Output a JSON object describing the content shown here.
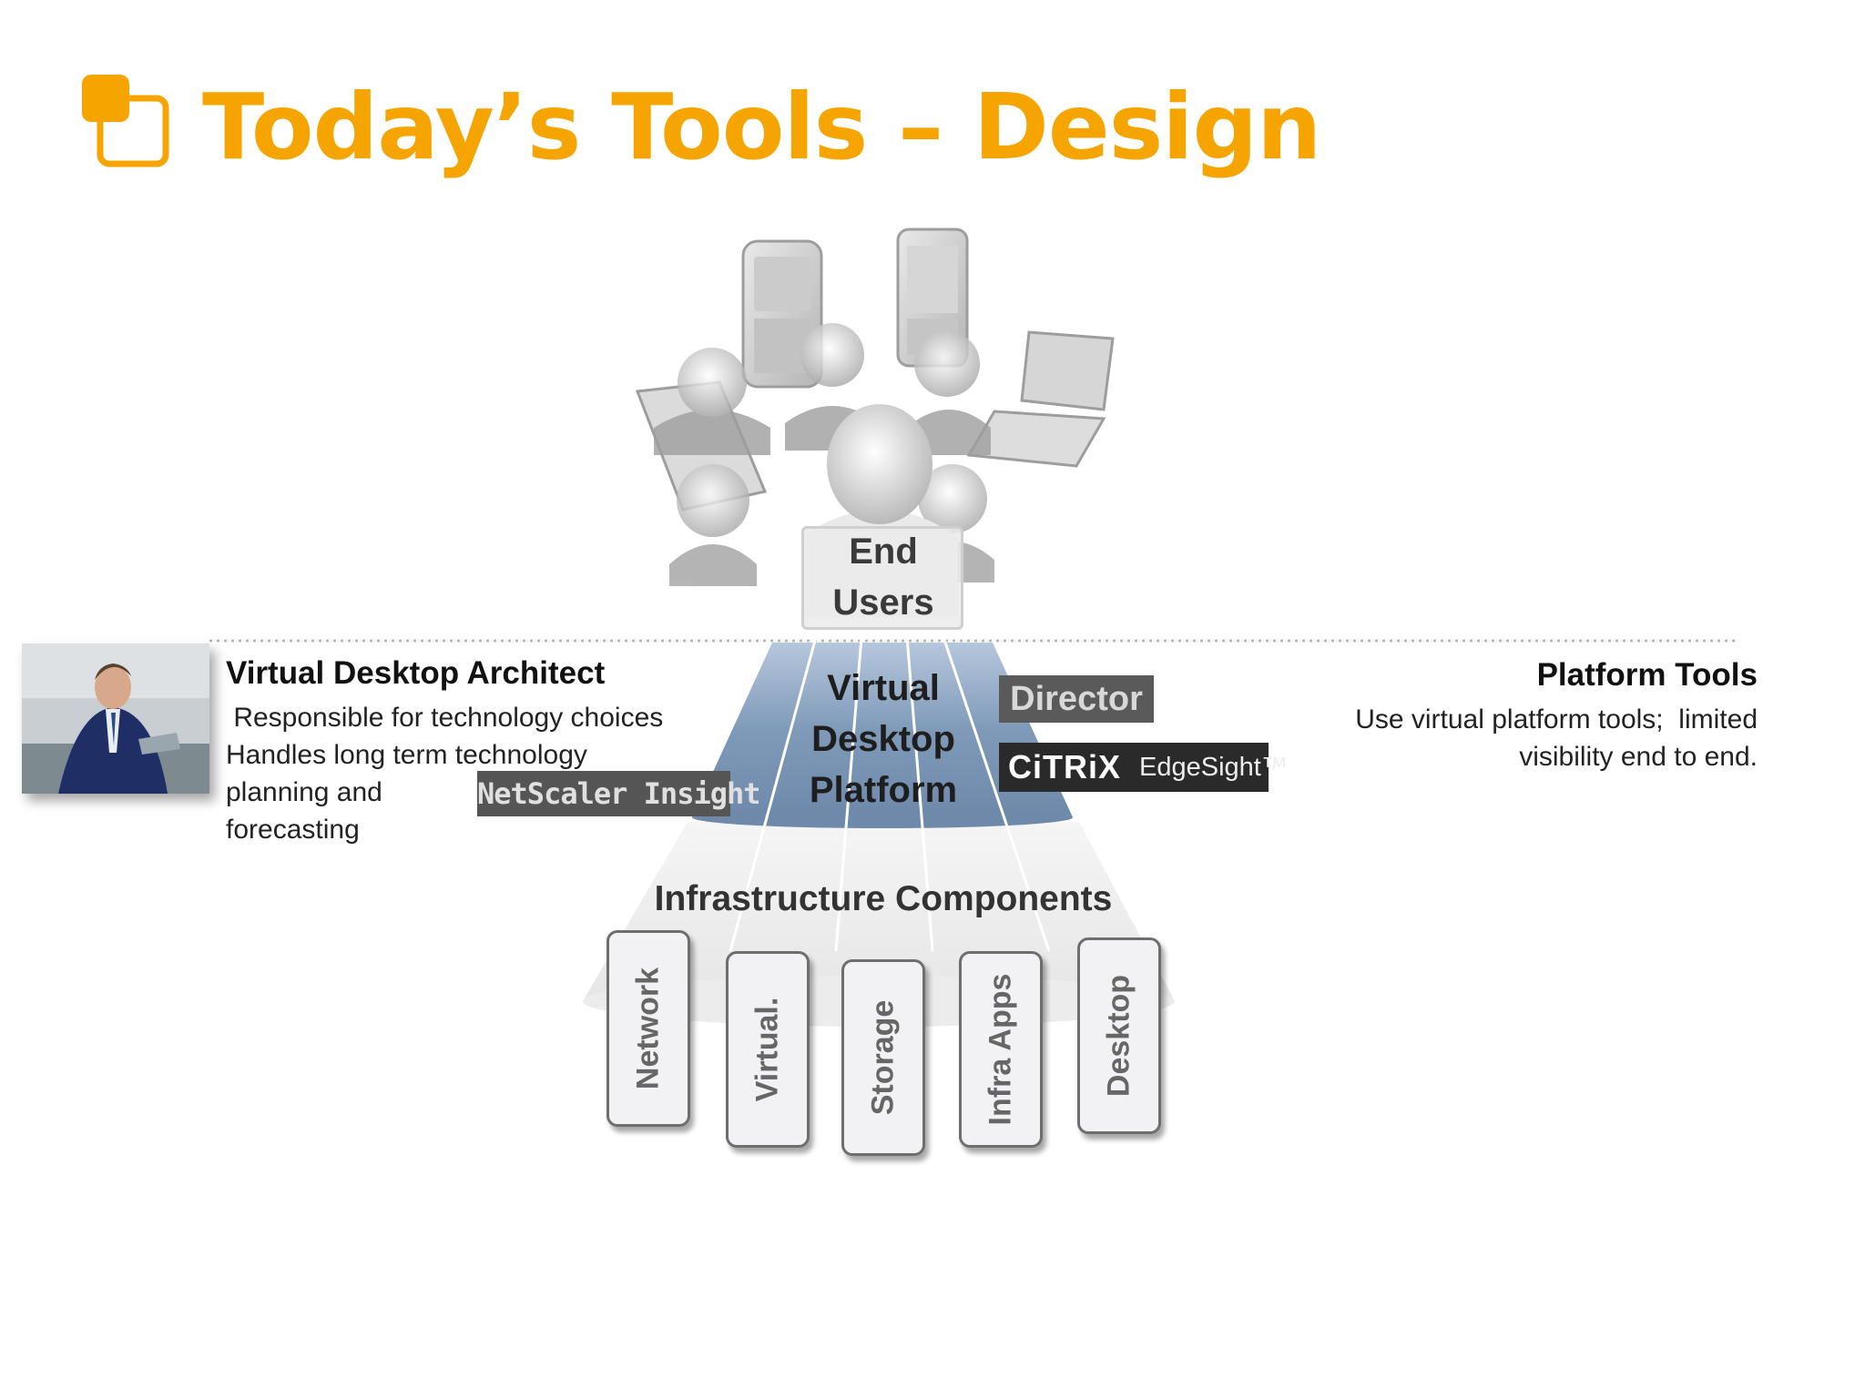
{
  "slide": {
    "title": "Today’s Tools – Design"
  },
  "diagram": {
    "end_users_line1": "End",
    "end_users_line2": "Users",
    "vdp_line1": "Virtual",
    "vdp_line2": "Desktop",
    "vdp_line3": "Platform",
    "infra_label": "Infrastructure Components",
    "components": [
      "Network",
      "Virtual.",
      "Storage",
      "Infra Apps",
      "Desktop"
    ]
  },
  "architect": {
    "title": "Virtual Desktop Architect",
    "lines": [
      " Responsible for technology choices",
      "Handles long term technology",
      "planning and",
      "forecasting"
    ]
  },
  "platform_tools": {
    "title": "Platform Tools",
    "lines": [
      "Use virtual platform tools;  limited",
      "visibility end to end."
    ]
  },
  "tool_badges": {
    "netscaler": "NetScaler Insight",
    "director": "Director",
    "citrix": "CiTRiX",
    "edgesight": "EdgeSight™"
  },
  "colors": {
    "title": "#f5a400",
    "platform_fill": "#8aa2c0",
    "gray_figures": "#9a9a9a"
  }
}
